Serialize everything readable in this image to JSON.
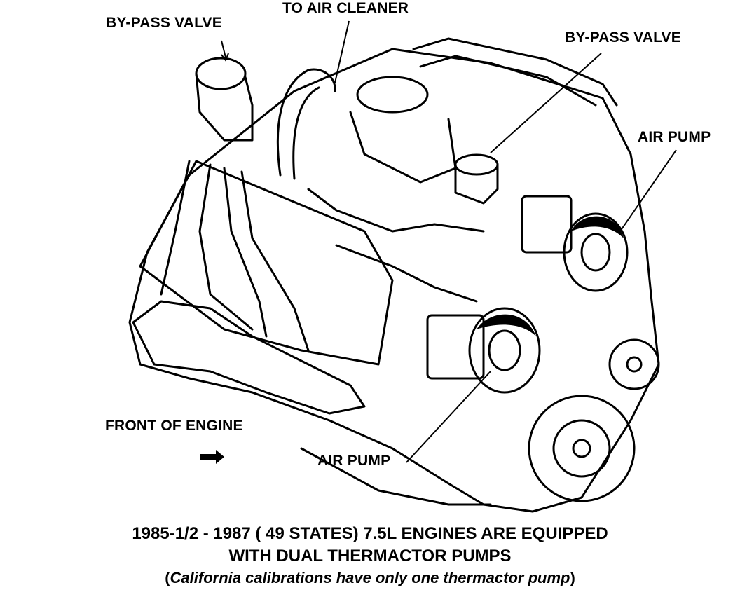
{
  "labels": {
    "bypass_valve_left": "BY-PASS VALVE",
    "to_air_cleaner": "TO AIR CLEANER",
    "bypass_valve_right": "BY-PASS VALVE",
    "air_pump_right": "AIR PUMP",
    "front_of_engine": "FRONT OF ENGINE",
    "air_pump_bottom": "AIR PUMP"
  },
  "caption": {
    "line1": "1985-1/2 - 1987 ( 49 STATES) 7.5L ENGINES ARE EQUIPPED",
    "line2": "WITH DUAL THERMACTOR PUMPS",
    "line3_open": "(",
    "line3_italic": "California calibrations have only one thermactor pump",
    "line3_close": ")"
  },
  "colors": {
    "ink": "#000000",
    "paper": "#ffffff"
  }
}
